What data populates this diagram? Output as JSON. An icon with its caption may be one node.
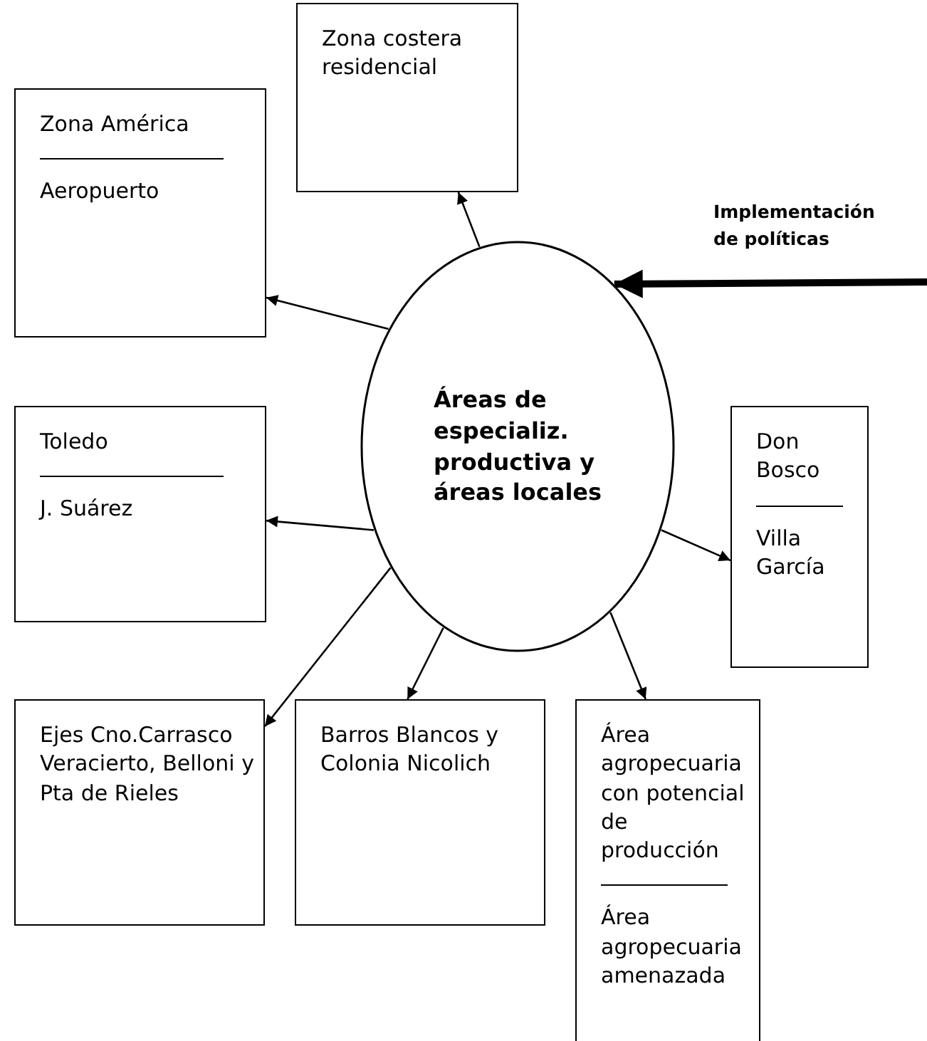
{
  "diagram": {
    "nodes": [
      {
        "text": [
          "Áreas de especializ. productiva y áreas locales"
        ]
      },
      {
        "text": [
          "Zona costera residencial"
        ]
      },
      {
        "text": [
          "Zona América",
          "Aeropuerto"
        ]
      },
      {
        "text": [
          "Toledo",
          "J. Suárez"
        ]
      },
      {
        "text": [
          "Don Bosco",
          "Villa García"
        ]
      },
      {
        "text": [
          "Ejes Cno.Carrasco Veracierto, Belloni y Pta de Rieles"
        ]
      },
      {
        "text": [
          "Barros Blancos y Colonia Nicolich"
        ]
      },
      {
        "text": [
          "Área agropecuaria con potencial de producción",
          "Área agropecuaria amenazada"
        ]
      }
    ],
    "edges": [
      {
        "from": 0,
        "to": 1,
        "arrow": "to"
      },
      {
        "from": 0,
        "to": 2,
        "arrow": "to"
      },
      {
        "from": 0,
        "to": 3,
        "arrow": "to"
      },
      {
        "from": 0,
        "to": 4,
        "arrow": "to"
      },
      {
        "from": 0,
        "to": 5,
        "arrow": "to"
      },
      {
        "from": 0,
        "to": 6,
        "arrow": "to"
      },
      {
        "from": 0,
        "to": 7,
        "arrow": "to"
      },
      {
        "from": null,
        "to": 0,
        "arrow": "to",
        "style": "thick",
        "label": "Implementación de políticas"
      }
    ]
  }
}
